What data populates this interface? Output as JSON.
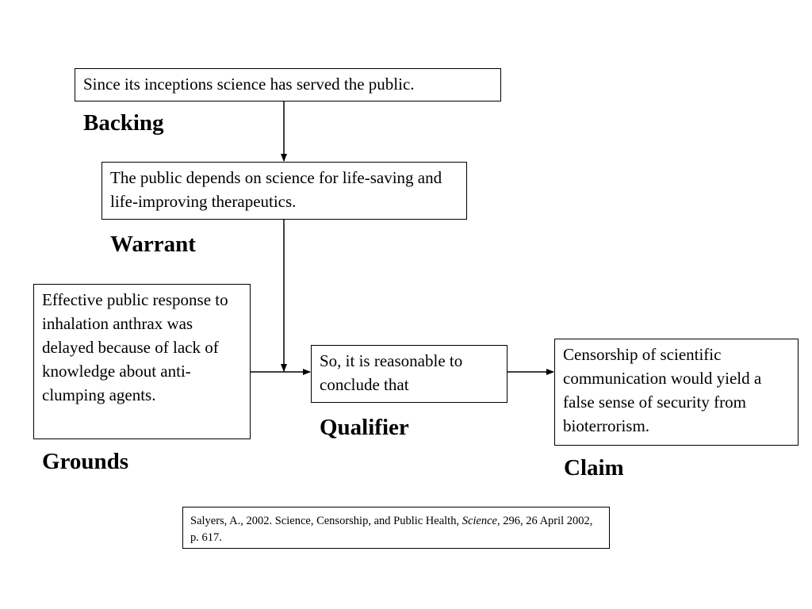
{
  "backing": {
    "text": "Since its inceptions science has served the public.",
    "label": "Backing"
  },
  "warrant": {
    "text": "The public depends on science for life-saving and life-improving therapeutics.",
    "label": "Warrant"
  },
  "grounds": {
    "text": "Effective public response to inhalation anthrax was delayed because of lack of knowledge about anti-clumping agents.",
    "label": "Grounds"
  },
  "qualifier": {
    "text": "So, it is reasonable to conclude that",
    "label": "Qualifier"
  },
  "claim": {
    "text": "Censorship of scientific communication would yield a false sense of security from bioterrorism.",
    "label": "Claim"
  },
  "citation": {
    "before": "Salyers, A., 2002. Science, Censorship, and Public Health, ",
    "journal": "Science",
    "after": ", 296, 26 April 2002, p. 617."
  }
}
